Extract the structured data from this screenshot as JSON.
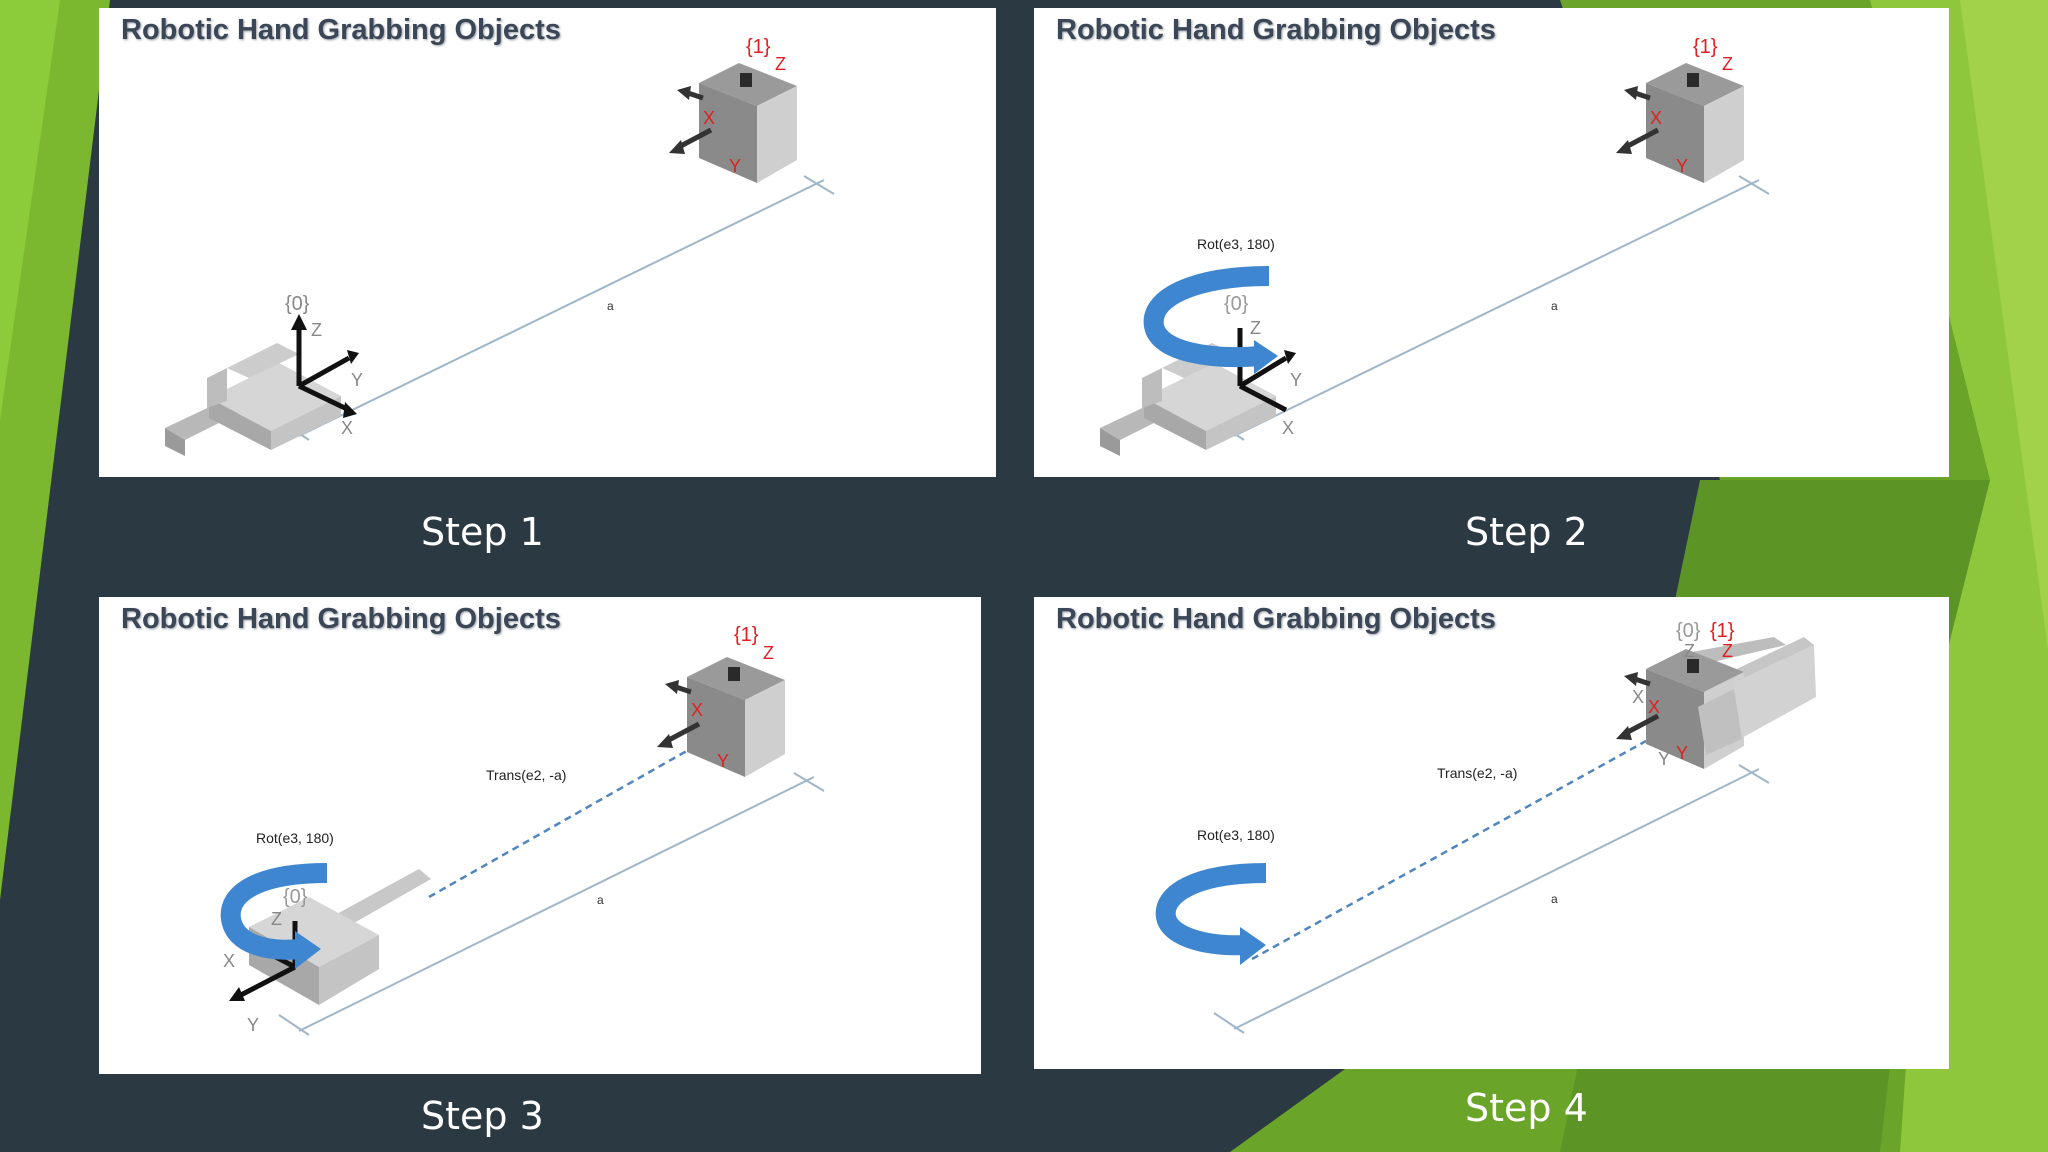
{
  "slide": {
    "panels": [
      {
        "title": "Robotic Hand Grabbing Objects",
        "caption": "Step 1",
        "frame1_label": "{1}",
        "frame0_label": "{0}",
        "distance_label": "a",
        "axis_z": "Z",
        "axis_x": "X",
        "axis_y": "Y"
      },
      {
        "title": "Robotic Hand Grabbing Objects",
        "caption": "Step 2",
        "frame1_label": "{1}",
        "frame0_label": "{0}",
        "distance_label": "a",
        "rotation_label": "Rot(e3, 180)",
        "axis_z": "Z",
        "axis_x": "X",
        "axis_y": "Y"
      },
      {
        "title": "Robotic Hand Grabbing Objects",
        "caption": "Step 3",
        "frame1_label": "{1}",
        "frame0_label": "{0}",
        "distance_label": "a",
        "rotation_label": "Rot(e3, 180)",
        "translation_label": "Trans(e2, -a)",
        "axis_z": "Z",
        "axis_x": "X",
        "axis_y": "Y"
      },
      {
        "title": "Robotic Hand Grabbing Objects",
        "caption": "Step 4",
        "frame1_label": "{1}",
        "frame0_label": "{0}",
        "distance_label": "a",
        "rotation_label": "Rot(e3, 180)",
        "translation_label": "Trans(e2, -a)",
        "axis_z": "Z",
        "axis_x": "X",
        "axis_y": "Y"
      }
    ],
    "colors": {
      "background": "#2b3a42",
      "accent_green": "#7cb82f",
      "frame1_red": "#e02020",
      "arrow_blue": "#3e86cf"
    }
  }
}
